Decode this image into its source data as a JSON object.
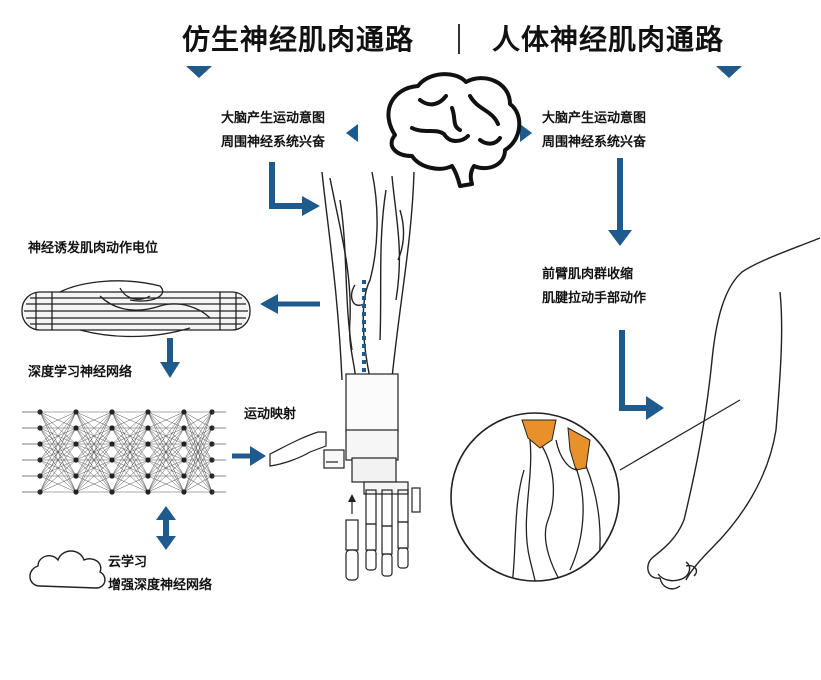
{
  "header": {
    "left_title": "仿生神经肌肉通路",
    "right_title": "人体神经肌肉通路"
  },
  "left_path": {
    "brain_intent": "大脑产生运动意图",
    "nerve_excite": "周围神经系统兴奋",
    "muscle_potential": "神经诱发肌肉动作电位",
    "deep_learning": "深度学习神经网络",
    "motion_mapping": "运动映射",
    "cloud_learning": "云学习",
    "enhanced_network": "增强深度神经网络"
  },
  "right_path": {
    "brain_intent": "大脑产生运动意图",
    "nerve_excite": "周围神经系统兴奋",
    "forearm_contract": "前臂肌肉群收缩",
    "tendon_pull": "肌腱拉动手部动作"
  },
  "colors": {
    "accent_blue": "#1e5a8c",
    "muscle_orange": "#e8902a",
    "line": "#222222"
  },
  "icons": [
    "brain-icon",
    "cloud-icon",
    "neural-network-icon",
    "prosthetic-hand-icon",
    "forearm-icon",
    "human-arm-icon"
  ]
}
